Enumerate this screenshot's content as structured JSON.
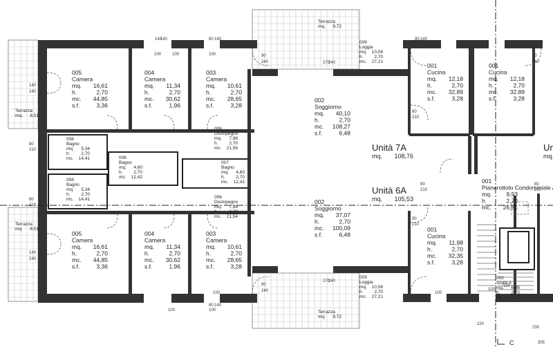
{
  "title": "Pianta piano tipo - Unità 7A / 6A",
  "units": [
    {
      "name": "Unità 7A",
      "area_label": "mq.",
      "area": "108,76"
    },
    {
      "name": "Unità 6A",
      "area_label": "mq.",
      "area": "105,53"
    },
    {
      "name": "Unit",
      "area_label": "mq.",
      "area": ""
    }
  ],
  "rooms": [
    {
      "code": "005",
      "name": "Camera",
      "rows": [
        [
          "mq.",
          "16,61"
        ],
        [
          "h.",
          "2,70"
        ],
        [
          "mc.",
          "44,85"
        ],
        [
          "s.f.",
          "3,36"
        ]
      ]
    },
    {
      "code": "004",
      "name": "Camera",
      "rows": [
        [
          "mq.",
          "11,34"
        ],
        [
          "h.",
          "2,70"
        ],
        [
          "mc.",
          "30,62"
        ],
        [
          "s.f.",
          "1,96"
        ]
      ]
    },
    {
      "code": "003",
      "name": "Camera",
      "rows": [
        [
          "mq.",
          "10,61"
        ],
        [
          "h.",
          "2,70"
        ],
        [
          "mc.",
          "28,65"
        ],
        [
          "s.f.",
          "3,28"
        ]
      ]
    },
    {
      "code": "008",
      "name": "Bagno",
      "rows": [
        [
          "mq.",
          "5,34"
        ],
        [
          "h.",
          "2,70"
        ],
        [
          "mc.",
          "14,41"
        ]
      ]
    },
    {
      "code": "006",
      "name": "Bagno",
      "rows": [
        [
          "mq.",
          "4,60"
        ],
        [
          "h.",
          "2,70"
        ],
        [
          "mc.",
          "12,42"
        ]
      ]
    },
    {
      "code": "007",
      "name": "Bagno",
      "rows": [
        [
          "mq.",
          "4,60"
        ],
        [
          "h.",
          "2,70"
        ],
        [
          "mc.",
          "12,42"
        ]
      ]
    },
    {
      "code": "006",
      "name": "Disimpegno",
      "rows": [
        [
          "mq.",
          "7,98"
        ],
        [
          "h.",
          "2,70"
        ],
        [
          "mc.",
          "21,56"
        ]
      ]
    },
    {
      "code": "002",
      "name": "Soggiorno",
      "rows": [
        [
          "mq.",
          "40,10"
        ],
        [
          "h.",
          "2,70"
        ],
        [
          "mc.",
          "108,27"
        ],
        [
          "s.f.",
          "6,48"
        ]
      ]
    },
    {
      "code": "001",
      "name": "Cucina",
      "rows": [
        [
          "mq.",
          "12,18"
        ],
        [
          "h.",
          "2,70"
        ],
        [
          "mc.",
          "32,89"
        ],
        [
          "s.f.",
          "3,28"
        ]
      ]
    },
    {
      "code": "001",
      "name": "Cucina",
      "rows": [
        [
          "mq.",
          "12,18"
        ],
        [
          "h.",
          "2,70"
        ],
        [
          "mc.",
          "32,89"
        ],
        [
          "s.f.",
          "3,28"
        ]
      ]
    },
    {
      "code": "009",
      "name": "Loggia",
      "rows": [
        [
          "mq.",
          "10,08"
        ],
        [
          "h.",
          "2,70"
        ],
        [
          "mc.",
          "27,21"
        ]
      ]
    },
    {
      "code": "",
      "name": "Terrazza",
      "rows": [
        [
          "mq.",
          "9,72"
        ]
      ]
    },
    {
      "code": "",
      "name": "Terrazza",
      "rows": [
        [
          "mq.",
          "8,51"
        ]
      ]
    },
    {
      "code": "008",
      "name": "Bagno",
      "rows": [
        [
          "mq.",
          "5,34"
        ],
        [
          "h.",
          "2,70"
        ],
        [
          "mc.",
          "14,41"
        ]
      ]
    },
    {
      "code": "006",
      "name": "Disimpegno",
      "rows": [
        [
          "mq.",
          "7,98"
        ],
        [
          "h.",
          "2,70"
        ],
        [
          "mc.",
          "21,54"
        ]
      ]
    },
    {
      "code": "005",
      "name": "Camera",
      "rows": [
        [
          "mq.",
          "16,61"
        ],
        [
          "h.",
          "2,70"
        ],
        [
          "mc.",
          "44,85"
        ],
        [
          "s.f.",
          "3,36"
        ]
      ]
    },
    {
      "code": "004",
      "name": "Camera",
      "rows": [
        [
          "mq.",
          "11,34"
        ],
        [
          "h.",
          "2,70"
        ],
        [
          "mc.",
          "30,62"
        ],
        [
          "s.f.",
          "1,96"
        ]
      ]
    },
    {
      "code": "003",
      "name": "Camera",
      "rows": [
        [
          "mq.",
          "10,61"
        ],
        [
          "h.",
          "2,70"
        ],
        [
          "mc.",
          "28,65"
        ],
        [
          "s.f.",
          "3,28"
        ]
      ]
    },
    {
      "code": "",
      "name": "Terrazza",
      "rows": [
        [
          "mq.",
          "8,51"
        ]
      ]
    },
    {
      "code": "002",
      "name": "Soggiorno",
      "rows": [
        [
          "mq.",
          "37,07"
        ],
        [
          "h.",
          "2,70"
        ],
        [
          "mc.",
          "100,09"
        ],
        [
          "s.f.",
          "6,48"
        ]
      ]
    },
    {
      "code": "001",
      "name": "Cucina",
      "rows": [
        [
          "mq.",
          "11,98"
        ],
        [
          "h.",
          "2,70"
        ],
        [
          "mc.",
          "32,35"
        ],
        [
          "s.f.",
          "3,28"
        ]
      ]
    },
    {
      "code": "009",
      "name": "Loggia",
      "rows": [
        [
          "mq.",
          "10,08"
        ],
        [
          "h.",
          "2,70"
        ],
        [
          "mc.",
          "27,21"
        ]
      ]
    },
    {
      "code": "",
      "name": "Terrazza",
      "rows": [
        [
          "mq.",
          "9,72"
        ]
      ]
    },
    {
      "code": "001",
      "name": "Pianerottolo Condominiale A",
      "rows": [
        [
          "mq.",
          "9,93"
        ],
        [
          "h.",
          "2,70"
        ],
        [
          "mc.",
          "26,81"
        ]
      ]
    },
    {
      "code": "002",
      "name": "Scala A",
      "rows": [
        [
          "mq.",
          "6,36"
        ],
        [
          "h.",
          "2,70"
        ],
        [
          "mc.",
          "17,17"
        ]
      ]
    }
  ],
  "dimensions": [
    "100",
    "100",
    "100",
    "100",
    "140",
    "240",
    "140",
    "240",
    "90",
    "240",
    "90",
    "240",
    "90",
    "240",
    "80",
    "210",
    "80",
    "210",
    "80",
    "210",
    "80",
    "210",
    "90",
    "210",
    "90",
    "210",
    "100",
    "100",
    "100",
    "100",
    "220",
    "230",
    "305",
    "120",
    "140",
    "140",
    "80",
    "140",
    "270",
    "240",
    "270",
    "240",
    "80",
    "140",
    "80",
    "140"
  ],
  "section_marker": "C"
}
